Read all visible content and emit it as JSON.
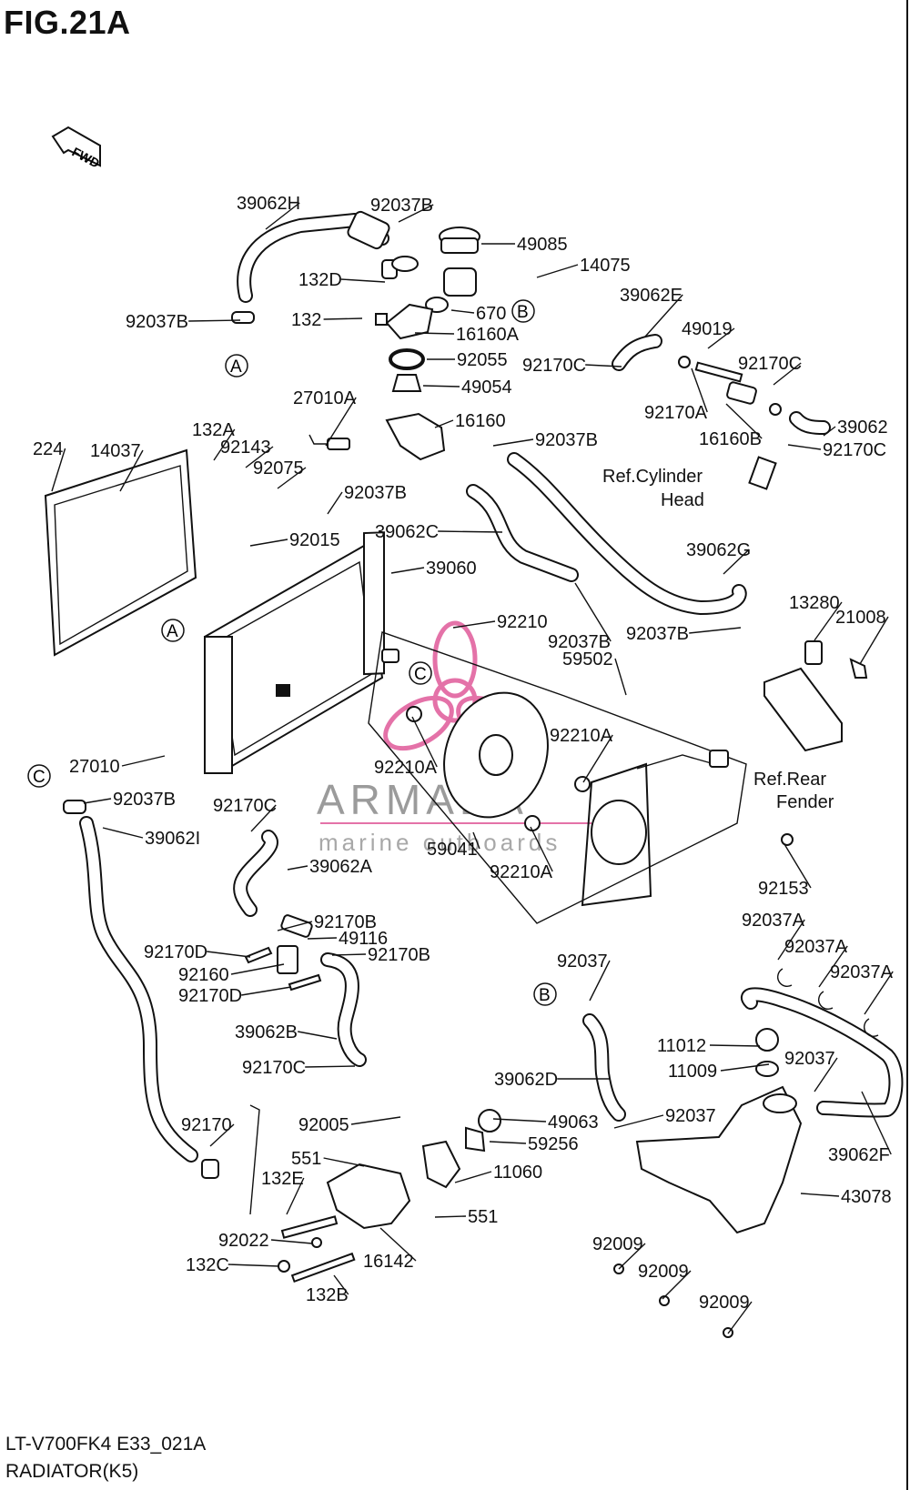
{
  "figure": {
    "title": "FIG.21A",
    "code": "LT-V700FK4 E33_021A",
    "subtitle": "RADIATOR(K5)"
  },
  "fwd_label": "FWD",
  "references": [
    "A",
    "B",
    "C"
  ],
  "watermark": {
    "brand": "ARMADA",
    "tagline": "marine outboards",
    "accent_color": "#e05a9a"
  },
  "part_labels": [
    "39062H",
    "92037B",
    "49085",
    "14075",
    "132D",
    "670",
    "132",
    "16160A",
    "92037B",
    "92055",
    "49054",
    "39062E",
    "49019",
    "92170C",
    "92170C",
    "92170A",
    "16160B",
    "39062",
    "92170C",
    "27010A",
    "16160",
    "92037B",
    "132A",
    "224",
    "14037",
    "92143",
    "92075",
    "92037B",
    "Ref.Cylinder",
    "Head",
    "92015",
    "39062C",
    "39060",
    "39062G",
    "13280",
    "21008",
    "92210",
    "92037B",
    "92037B",
    "59502",
    "92210A",
    "92210A",
    "Ref.Rear",
    "Fender",
    "27010",
    "92037B",
    "92170C",
    "39062I",
    "59041",
    "92210A",
    "39062A",
    "92153",
    "92037A",
    "92037A",
    "92037A",
    "92170B",
    "49116",
    "92170D",
    "92170B",
    "92160",
    "92170D",
    "92037",
    "39062B",
    "11012",
    "11009",
    "92037",
    "92170C",
    "39062D",
    "92170",
    "92005",
    "49063",
    "92037",
    "59256",
    "551",
    "39062F",
    "132E",
    "11060",
    "43078",
    "551",
    "92022",
    "92009",
    "132C",
    "16142",
    "92009",
    "132B",
    "92009"
  ]
}
